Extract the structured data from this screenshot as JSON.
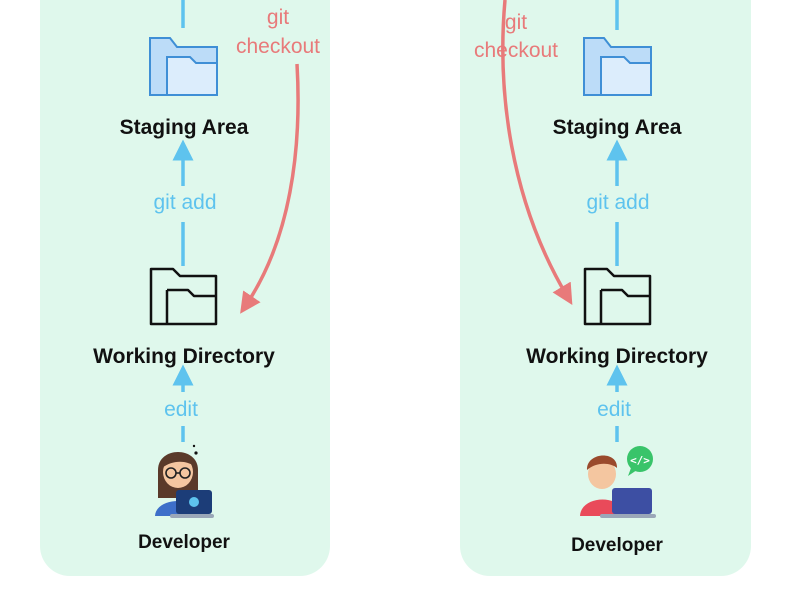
{
  "panels": [
    {
      "git_checkout_line1": "git",
      "git_checkout_line2": "checkout",
      "staging_label": "Staging Area",
      "git_add_label": "git add",
      "working_label": "Working Directory",
      "edit_label": "edit",
      "developer_label": "Developer",
      "developer_avatar_icon": "female-developer-with-laptop-icon"
    },
    {
      "git_checkout_line1": "git",
      "git_checkout_line2": "checkout",
      "staging_label": "Staging Area",
      "git_add_label": "git add",
      "working_label": "Working Directory",
      "edit_label": "edit",
      "developer_label": "Developer",
      "developer_avatar_icon": "male-developer-with-laptop-icon",
      "badge_icon": "code-chat-bubble-icon"
    }
  ],
  "colors": {
    "panel_background": "#dff8ec",
    "blue_arrow": "#5ec3ee",
    "red_arrow": "#e87a7a",
    "folder_fill": "#c7e3fb",
    "folder_stroke": "#3f8fd6",
    "text_dark": "#111111"
  }
}
